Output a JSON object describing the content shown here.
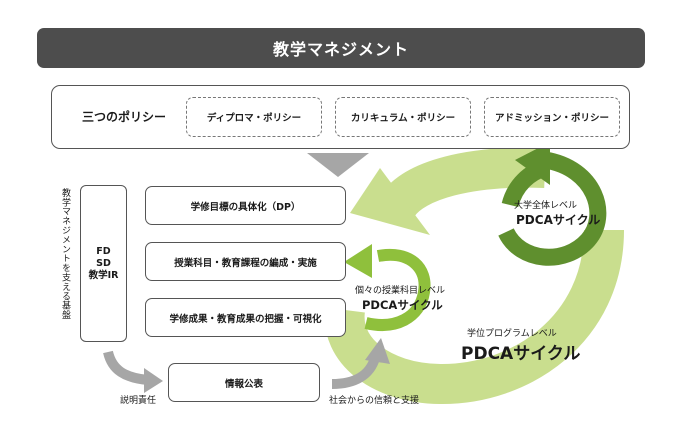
{
  "title": "教学マネジメント",
  "policies": {
    "label": "三つのポリシー",
    "items": [
      "ディプロマ・ポリシー",
      "カリキュラム・ポリシー",
      "アドミッション・ポリシー"
    ]
  },
  "support_label": "教学マネジメントを支える基盤",
  "foundation": [
    "FD",
    "SD",
    "教学IR"
  ],
  "processes": [
    "学修目標の具体化（DP）",
    "授業科目・教育課程の編成・実施",
    "学修成果・教育成果の把握・可視化"
  ],
  "info_box": "情報公表",
  "accountability": "説明責任",
  "trust": "社会からの信頼と支援",
  "cycles": {
    "university": {
      "level": "大学全体レベル",
      "name": "PDCAサイクル"
    },
    "program": {
      "level": "学位プログラムレベル",
      "name": "PDCAサイクル"
    },
    "course": {
      "level": "個々の授業科目レベル",
      "name": "PDCAサイクル"
    }
  },
  "colors": {
    "dark_green": "#5f8f2e",
    "mid_green": "#8fc03c",
    "light_green": "#c9de8e",
    "gray_arrow": "#a6a6a6",
    "banner": "#4d4d4d"
  }
}
